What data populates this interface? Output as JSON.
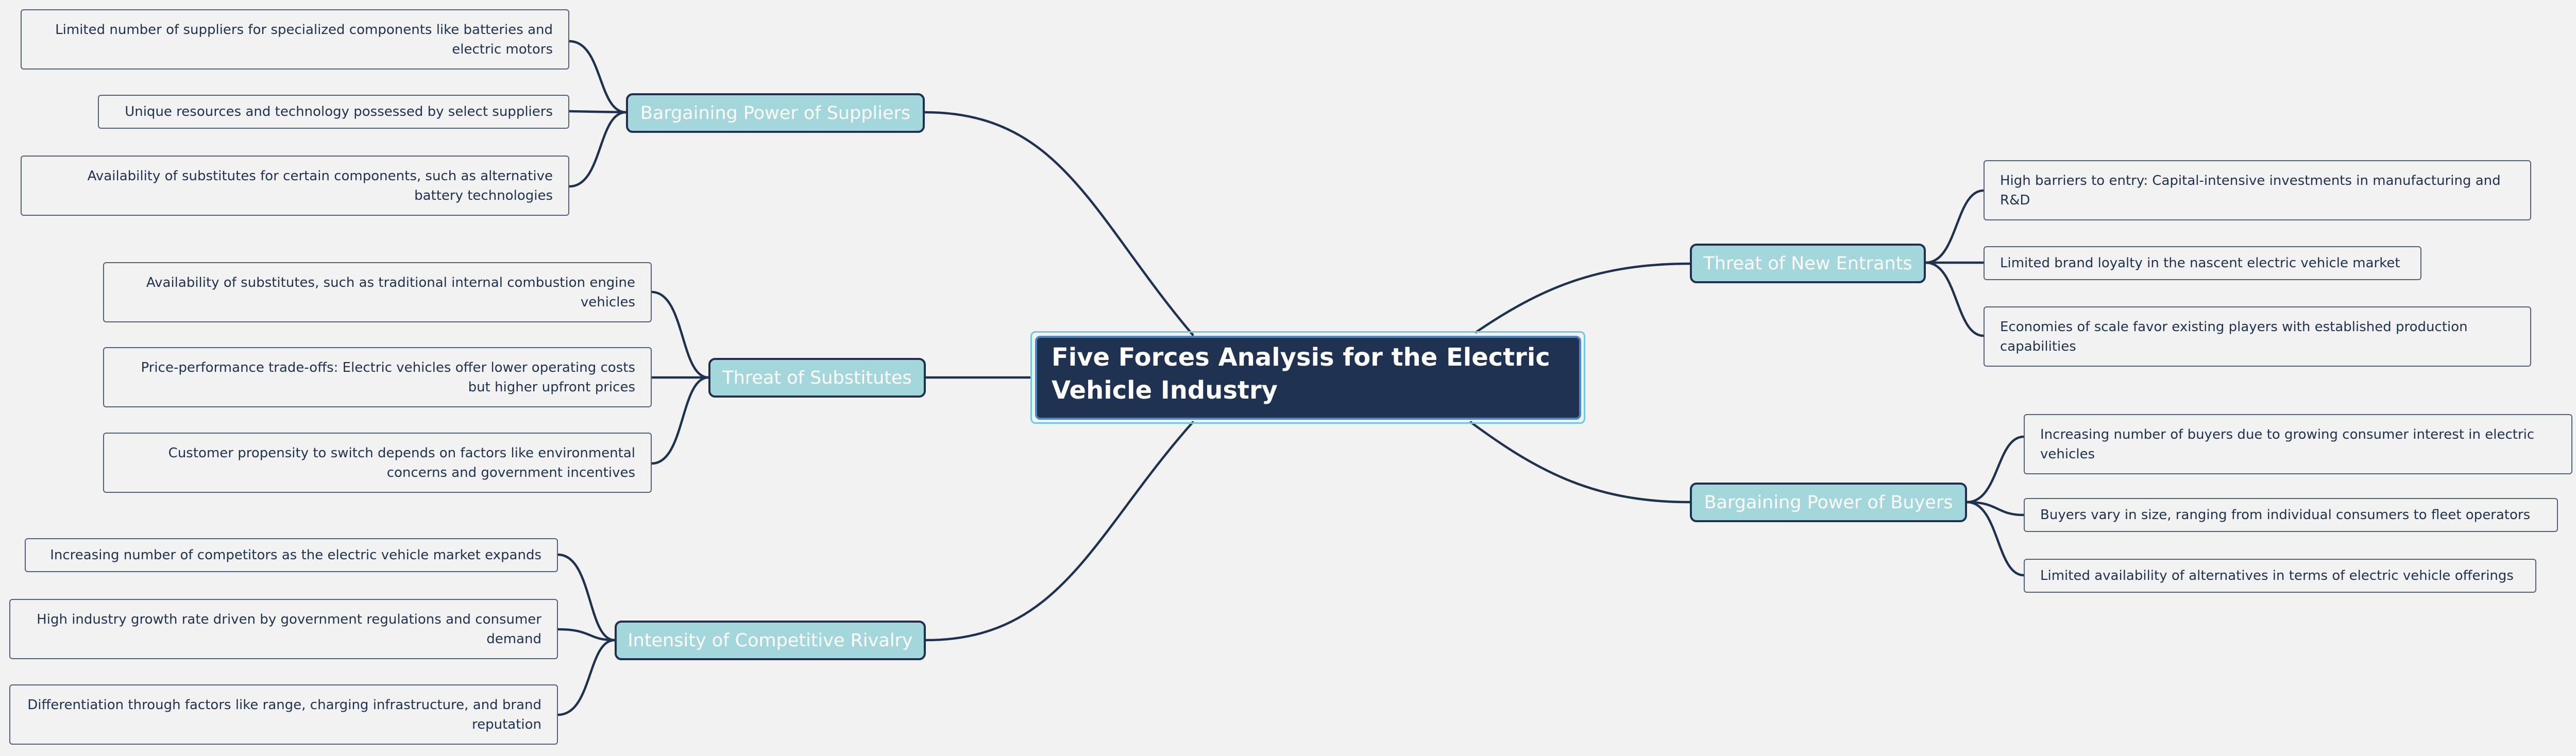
{
  "central": {
    "title": "Five Forces Analysis for the Electric Vehicle Industry"
  },
  "branches": {
    "suppliers": {
      "label": "Bargaining Power of Suppliers",
      "items": [
        "Limited number of suppliers for specialized components like batteries and electric motors",
        "Unique resources and technology possessed by select suppliers",
        "Availability of substitutes for certain components, such as alternative battery technologies"
      ]
    },
    "substitutes": {
      "label": "Threat of Substitutes",
      "items": [
        "Availability of substitutes, such as traditional internal combustion engine vehicles",
        "Price-performance trade-offs: Electric vehicles offer lower operating costs but higher upfront prices",
        "Customer propensity to switch depends on factors like environmental concerns and government incentives"
      ]
    },
    "rivalry": {
      "label": "Intensity of Competitive Rivalry",
      "items": [
        "Increasing number of competitors as the electric vehicle market expands",
        "High industry growth rate driven by government regulations and consumer demand",
        "Differentiation through factors like range, charging infrastructure, and brand reputation"
      ]
    },
    "new_entrants": {
      "label": "Threat of New Entrants",
      "items": [
        "High barriers to entry: Capital-intensive investments in manufacturing and R&D",
        "Limited brand loyalty in the nascent electric vehicle market",
        "Economies of scale favor existing players with established production capabilities"
      ]
    },
    "buyers": {
      "label": "Bargaining Power of Buyers",
      "items": [
        "Increasing number of buyers due to growing consumer interest in electric vehicles",
        "Buyers vary in size, ranging from individual consumers to fleet operators",
        "Limited availability of alternatives in terms of electric vehicle offerings"
      ]
    }
  },
  "colors": {
    "background": "#f2f2f2",
    "central_fill": "#1f3251",
    "central_outline": "#71c6e2",
    "branch_fill": "#a3d7dc",
    "branch_border": "#1e3250",
    "connector": "#1e3250",
    "leaf_border": "#53617a",
    "text_dark": "#1e3250"
  }
}
